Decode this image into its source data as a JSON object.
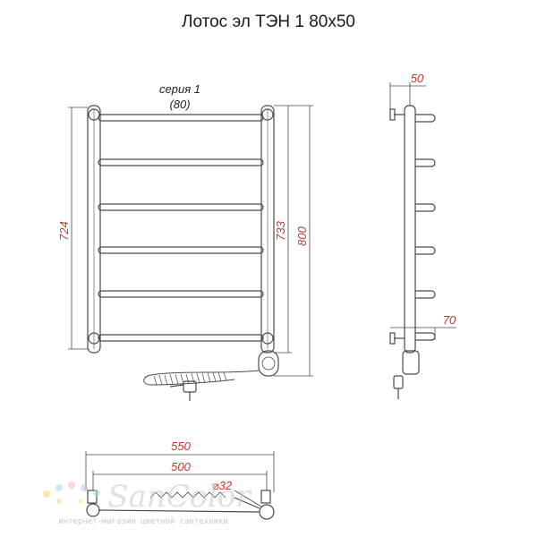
{
  "title": "Лотос эл ТЭН 1 80х50",
  "series_label": "серия 1",
  "series_spacing": "(80)",
  "dimensions": {
    "left_height": "724",
    "inner_height": "733",
    "total_height": "800",
    "side_depth": "50",
    "side_offset": "70",
    "total_width": "550",
    "inner_width": "500",
    "diameter": "⌀32"
  },
  "watermark": {
    "brand": "SanColor",
    "tagline": "интернет-магазин цветной сантехники"
  },
  "colors": {
    "line": "#4a4a4a",
    "dimension_text": "#c0392b",
    "watermark": "#d9d9d9"
  }
}
